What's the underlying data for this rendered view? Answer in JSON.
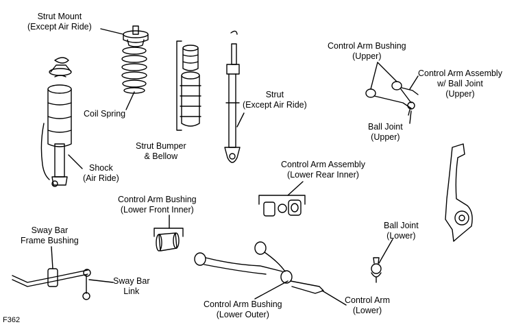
{
  "figure_code": "F362",
  "labels": {
    "strut_mount": [
      "Strut Mount",
      "(Except Air Ride)"
    ],
    "coil_spring": [
      "Coil Spring"
    ],
    "shock": [
      "Shock",
      "(Air Ride)"
    ],
    "strut_bumper": [
      "Strut Bumper",
      "& Bellow"
    ],
    "strut": [
      "Strut",
      "(Except Air Ride)"
    ],
    "ca_bushing_upper": [
      "Control Arm Bushing",
      "(Upper)"
    ],
    "ca_assembly_upper": [
      "Control Arm Assembly",
      "w/ Ball Joint",
      "(Upper)"
    ],
    "ball_joint_upper": [
      "Ball Joint",
      "(Upper)"
    ],
    "ca_assembly_lower_rear": [
      "Control Arm Assembly",
      "(Lower Rear Inner)"
    ],
    "ca_bushing_lower_front": [
      "Control Arm Bushing",
      "(Lower Front Inner)"
    ],
    "ball_joint_lower": [
      "Ball Joint",
      "(Lower)"
    ],
    "sway_bar_frame_bushing": [
      "Sway Bar",
      "Frame Bushing"
    ],
    "sway_bar_link": [
      "Sway Bar",
      "Link"
    ],
    "ca_bushing_lower_outer": [
      "Control Arm Bushing",
      "(Lower Outer)"
    ],
    "control_arm_lower": [
      "Control Arm",
      "(Lower)"
    ]
  }
}
